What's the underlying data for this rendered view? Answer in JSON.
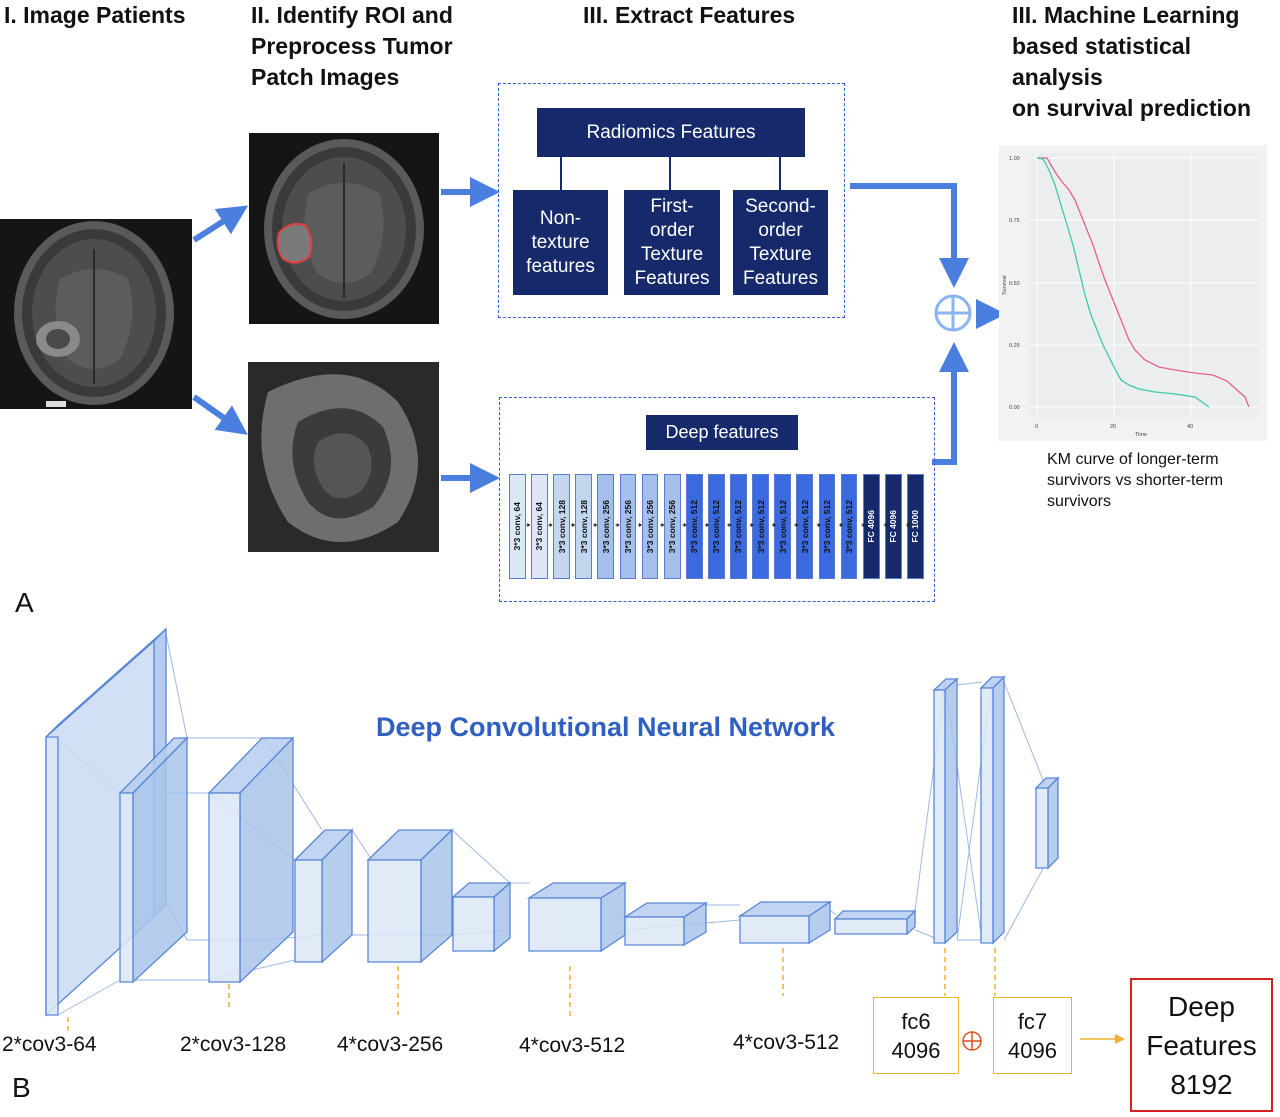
{
  "headers": {
    "h1": "I. Image Patients",
    "h2": [
      "II. Identify ROI and",
      "Preprocess Tumor",
      "Patch Images"
    ],
    "h3": "III. Extract Features",
    "h4": [
      "III. Machine Learning",
      "based statistical analysis",
      "on survival prediction"
    ]
  },
  "radiomics": {
    "title": "Radiomics Features",
    "boxes": [
      [
        "Non-",
        "texture",
        "features"
      ],
      [
        "First-",
        "order",
        "Texture",
        "Features"
      ],
      [
        "Second-",
        "order",
        "Texture",
        "Features"
      ]
    ]
  },
  "deep": {
    "title": "Deep features",
    "layers": [
      {
        "label": "3*3 conv, 64",
        "color": "#dce8f6"
      },
      {
        "label": "3*3 conv, 64",
        "color": "#dce8f6"
      },
      {
        "label": "3*3 conv, 128",
        "color": "#c3d6f0"
      },
      {
        "label": "3*3 conv, 128",
        "color": "#c3d6f0"
      },
      {
        "label": "3*3 conv, 256",
        "color": "#a4bfeb"
      },
      {
        "label": "3*3 conv, 256",
        "color": "#a4bfeb"
      },
      {
        "label": "3*3 conv, 256",
        "color": "#a4bfeb"
      },
      {
        "label": "3*3 conv, 256",
        "color": "#a4bfeb"
      },
      {
        "label": "3*3 conv, 512",
        "color": "#3b6ae0"
      },
      {
        "label": "3*3 conv, 512",
        "color": "#3b6ae0"
      },
      {
        "label": "3*3 conv, 512",
        "color": "#3b6ae0"
      },
      {
        "label": "3*3 conv, 512",
        "color": "#3b6ae0"
      },
      {
        "label": "3*3 conv, 512",
        "color": "#3b6ae0"
      },
      {
        "label": "3*3 conv, 512",
        "color": "#3b6ae0"
      },
      {
        "label": "3*3 conv, 512",
        "color": "#3b6ae0"
      },
      {
        "label": "3*3 conv, 512",
        "color": "#3b6ae0"
      },
      {
        "label": "FC 4096",
        "color": "#16296b"
      },
      {
        "label": "FC 4096",
        "color": "#16296b"
      },
      {
        "label": "FC 1000",
        "color": "#16296b"
      }
    ]
  },
  "km": {
    "ylabel": "Survival",
    "xlabel": "Time",
    "yticks": [
      "1.00",
      "0.75",
      "0.50",
      "0.25",
      "0.00"
    ],
    "xticks": [
      "0",
      "20",
      "40"
    ],
    "caption": [
      "KM curve of longer-term",
      "survivors vs shorter-term",
      "survivors"
    ]
  },
  "panels": {
    "a": "A",
    "b": "B"
  },
  "cnn": {
    "title": "Deep Convolutional Neural Network",
    "labels": [
      "2*cov3-64",
      "2*cov3-128",
      "4*cov3-256",
      "4*cov3-512",
      "4*cov3-512"
    ],
    "fc6": [
      "fc6",
      "4096"
    ],
    "fc7": [
      "fc7",
      "4096"
    ],
    "output": [
      "Deep",
      "Features",
      "8192"
    ]
  },
  "colors": {
    "navy": "#16296b",
    "arrow": "#4a7fe0",
    "cnn_block": "#c9daf2",
    "orange": "#f0b030",
    "red": "#d42020"
  }
}
